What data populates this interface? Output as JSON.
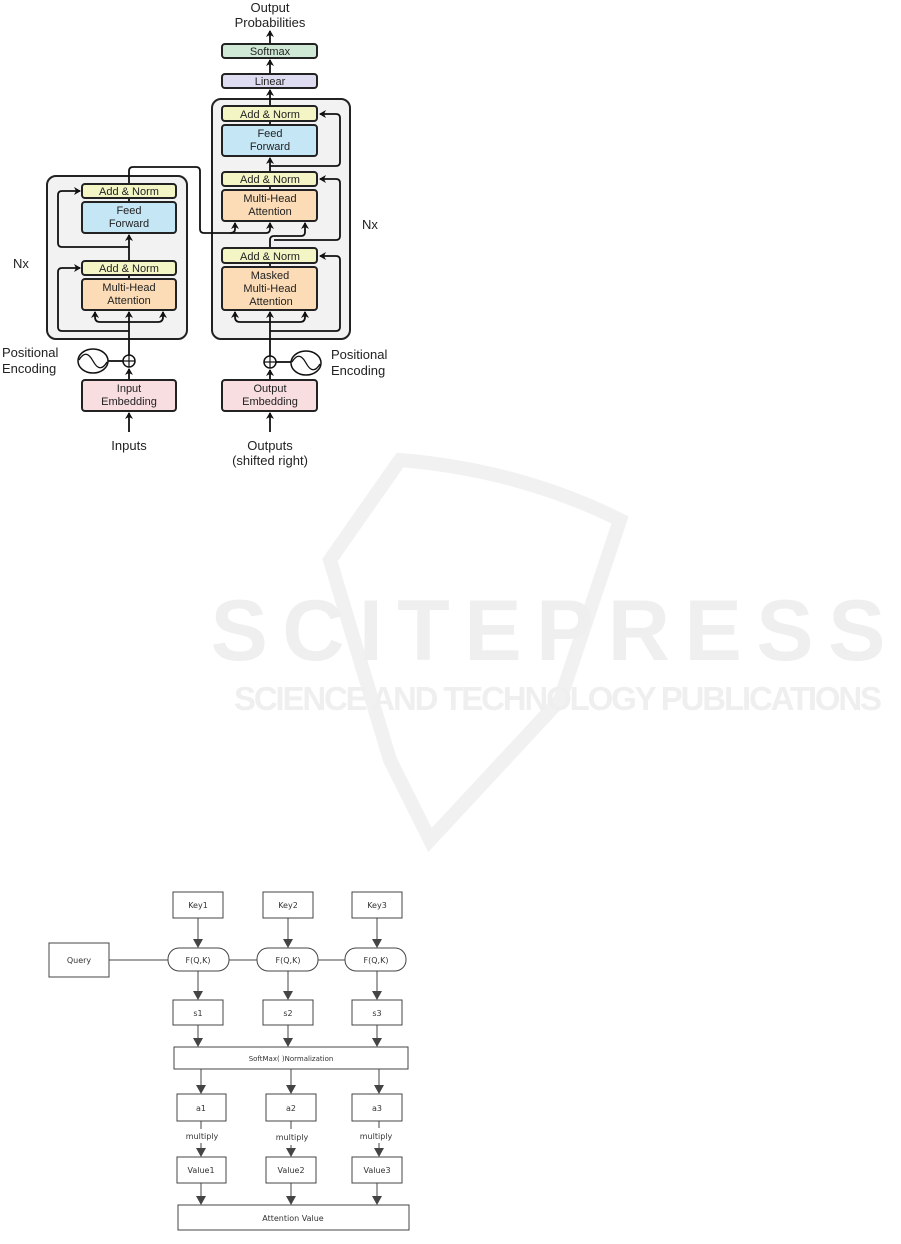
{
  "watermark": {
    "title": "SCITEPRESS",
    "subtitle": "SCIENCE AND TECHNOLOGY PUBLICATIONS"
  },
  "transformer": {
    "output_label": [
      "Output",
      "Probabilities"
    ],
    "softmax": "Softmax",
    "linear": "Linear",
    "decoder": {
      "add_norm": "Add & Norm",
      "feed_forward": [
        "Feed",
        "Forward"
      ],
      "multi_head_attention": [
        "Multi-Head",
        "Attention"
      ],
      "masked_attention": [
        "Masked",
        "Multi-Head",
        "Attention"
      ],
      "nx": "Nx"
    },
    "encoder": {
      "add_norm": "Add & Norm",
      "feed_forward": [
        "Feed",
        "Forward"
      ],
      "multi_head_attention": [
        "Multi-Head",
        "Attention"
      ],
      "nx": "Nx"
    },
    "input_embedding": [
      "Input",
      "Embedding"
    ],
    "output_embedding": [
      "Output",
      "Embedding"
    ],
    "positional_encoding": [
      "Positional",
      "Encoding"
    ],
    "inputs_label": "Inputs",
    "outputs_label": [
      "Outputs",
      "(shifted right)"
    ],
    "colors": {
      "softmax": "#cfe9d6",
      "linear": "#dddcf1",
      "add_norm": "#f3f5c5",
      "feed_forward": "#c5e6f5",
      "attention": "#fcdcb6",
      "embedding": "#f8dde1",
      "block": "#f2f2f2"
    }
  },
  "attention_flow": {
    "keys": [
      "Key1",
      "Key2",
      "Key3"
    ],
    "query": "Query",
    "score_function": "F(Q,K)",
    "scores": [
      "s1",
      "s2",
      "s3"
    ],
    "softmax": "SoftMax( )Normalization",
    "weights": [
      "a1",
      "a2",
      "a3"
    ],
    "multiply": "multiply",
    "values": [
      "Value1",
      "Value2",
      "Value3"
    ],
    "attention_value": "Attention Value"
  }
}
